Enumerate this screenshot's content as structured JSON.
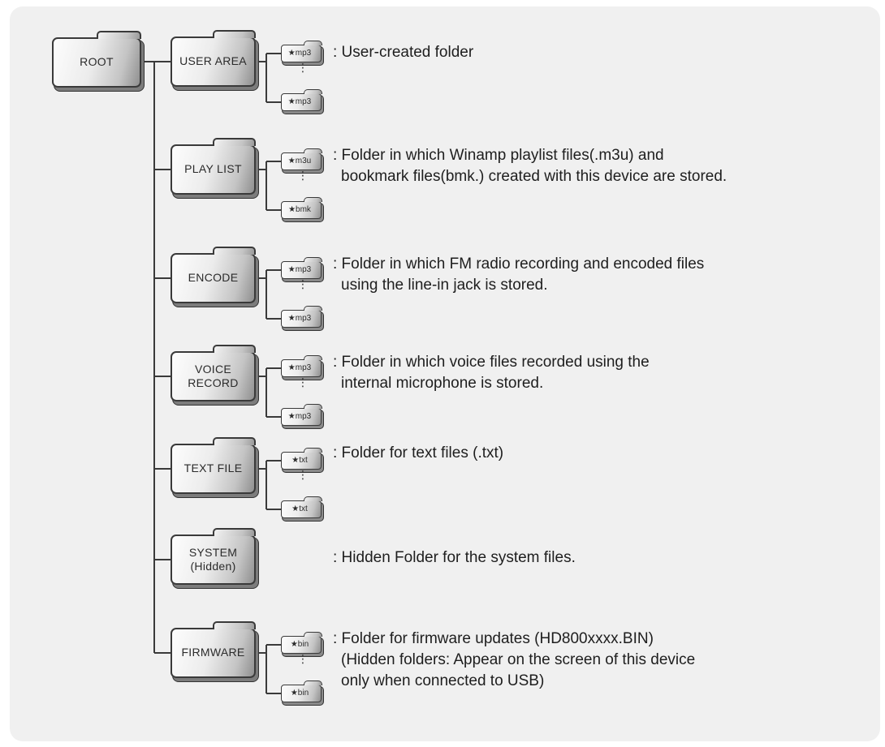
{
  "root": {
    "label": "ROOT"
  },
  "folders": [
    {
      "label_lines": [
        "USER AREA"
      ],
      "files": [
        "★mp3",
        "★mp3"
      ],
      "desc_lines": [
        ": User-created folder"
      ]
    },
    {
      "label_lines": [
        "PLAY LIST"
      ],
      "files": [
        "★m3u",
        "★bmk"
      ],
      "desc_lines": [
        ": Folder in which Winamp playlist files(.m3u) and",
        "bookmark files(bmk.) created with this device are stored."
      ]
    },
    {
      "label_lines": [
        "ENCODE"
      ],
      "files": [
        "★mp3",
        "★mp3"
      ],
      "desc_lines": [
        ": Folder in which FM radio recording and encoded files",
        "using the line-in jack is stored."
      ]
    },
    {
      "label_lines": [
        "VOICE",
        "RECORD"
      ],
      "files": [
        "★mp3",
        "★mp3"
      ],
      "desc_lines": [
        ": Folder in which voice files recorded using the",
        "internal microphone is stored."
      ]
    },
    {
      "label_lines": [
        "TEXT FILE"
      ],
      "files": [
        "★txt",
        "★txt"
      ],
      "desc_lines": [
        ": Folder for text files (.txt)"
      ]
    },
    {
      "label_lines": [
        "SYSTEM",
        "(Hidden)"
      ],
      "files": [],
      "desc_lines": [
        ": Hidden Folder for the system files."
      ]
    },
    {
      "label_lines": [
        "FIRMWARE"
      ],
      "files": [
        "★bin",
        "★bin"
      ],
      "desc_lines": [
        ": Folder for firmware updates (HD800xxxx.BIN)",
        "(Hidden folders: Appear on the screen of this device",
        "only when connected to USB)"
      ]
    }
  ],
  "ellipsis": "⋮"
}
